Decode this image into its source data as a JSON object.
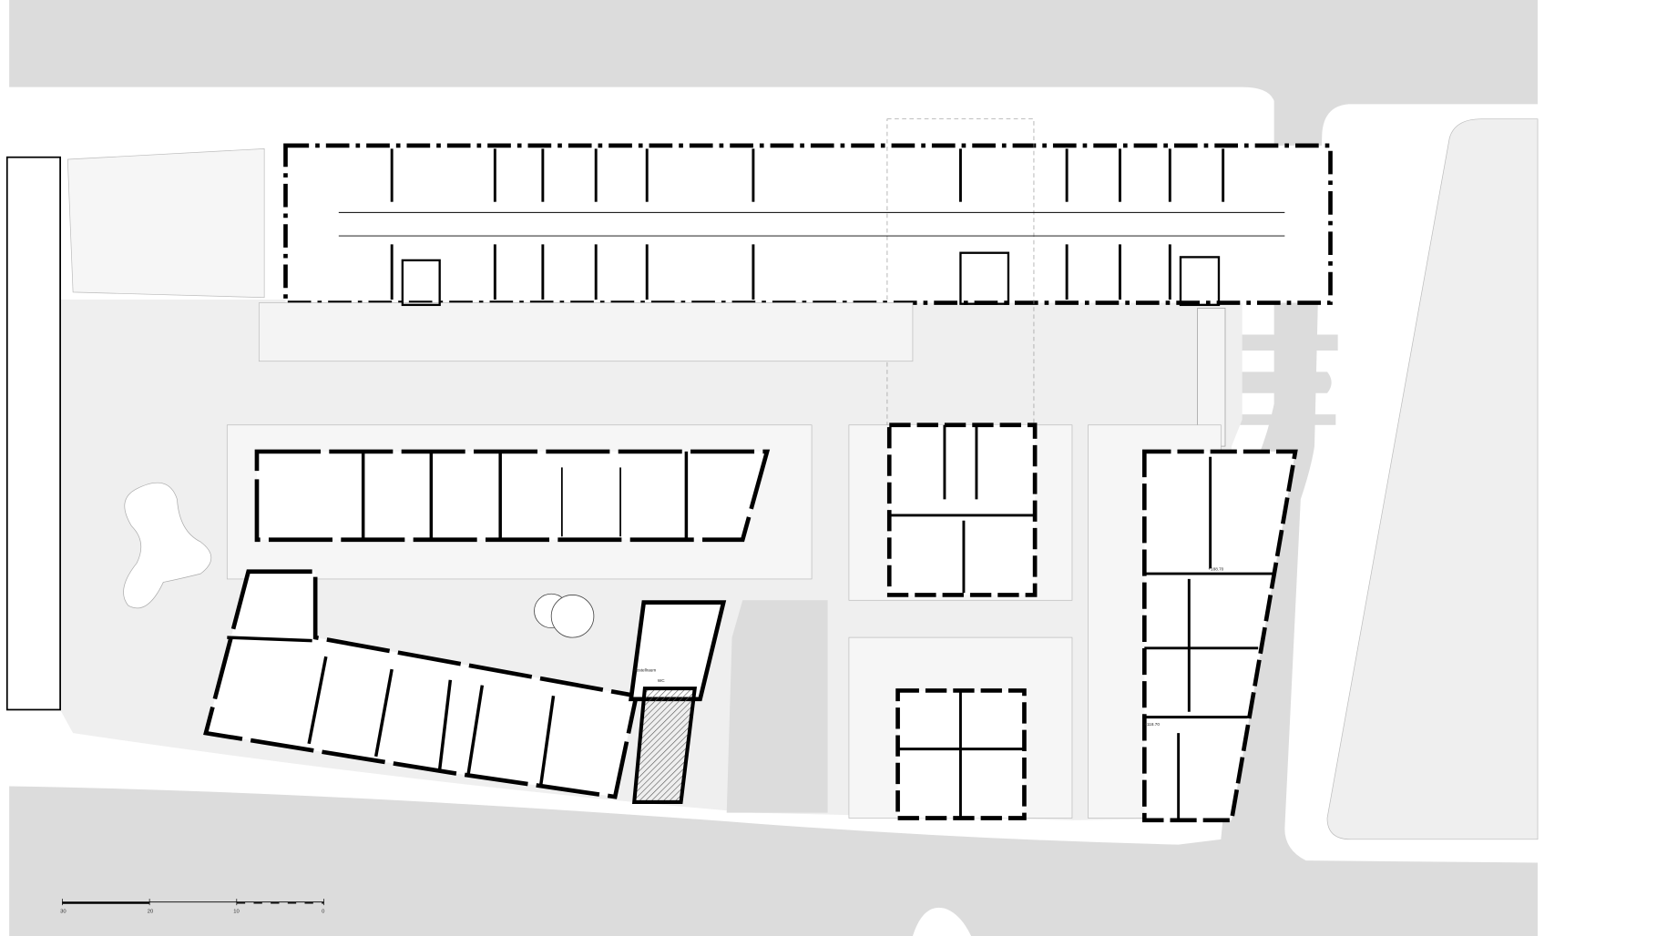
{
  "colors": {
    "road": "#dcdcdc",
    "ground": "#efefef",
    "building_fill": "#ffffff",
    "wall": "#000000",
    "hatch": "#555555"
  },
  "labels": {
    "level_upper": "+188.70",
    "level_lower": "+118.70",
    "wc": "WC",
    "storage": "abstellraum"
  },
  "scale_bar": {
    "ticks": [
      "30",
      "20",
      "10",
      "0"
    ]
  }
}
